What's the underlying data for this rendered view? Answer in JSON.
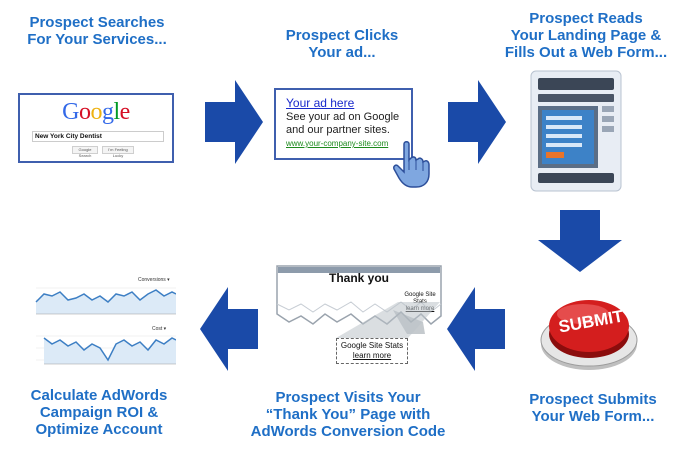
{
  "steps": {
    "search": {
      "title": "Prospect Searches\nFor Your Services..."
    },
    "click": {
      "title": "Prospect Clicks\nYour ad..."
    },
    "read": {
      "title": "Prospect Reads\nYour Landing Page &\nFills Out a Web Form..."
    },
    "submit": {
      "title": "Prospect Submits\nYour Web Form..."
    },
    "visit": {
      "title": "Prospect Visits Your\n“Thank You” Page with\nAdWords Conversion Code"
    },
    "calculate": {
      "title": "Calculate AdWords\nCampaign ROI &\nOptimize Account"
    }
  },
  "google": {
    "logo_letters": [
      {
        "ch": "G",
        "color": "#3369e8"
      },
      {
        "ch": "o",
        "color": "#d50f25"
      },
      {
        "ch": "o",
        "color": "#eeb211"
      },
      {
        "ch": "g",
        "color": "#3369e8"
      },
      {
        "ch": "l",
        "color": "#009925"
      },
      {
        "ch": "e",
        "color": "#d50f25"
      }
    ],
    "query": "New York City Dentist",
    "button_search": "Google Search",
    "button_lucky": "I'm Feeling Lucky"
  },
  "ad": {
    "title": "Your ad here",
    "body": "See your ad on Google\nand our partner sites.",
    "url": "www.your-company-site.com"
  },
  "submit_button": {
    "label": "SUBMIT"
  },
  "thank_you": {
    "heading": "Thank you",
    "stats_small_line1": "Google Site Stats",
    "stats_small_line2": "learn more",
    "stats_big_line1": "Google Site Stats",
    "stats_big_line2": "learn more"
  },
  "charts": {
    "top_label": "Conversions ▾",
    "bottom_label": "Cost ▾"
  },
  "colors": {
    "title_blue": "#1f6fc6",
    "arrow_blue": "#1a4aa8"
  }
}
